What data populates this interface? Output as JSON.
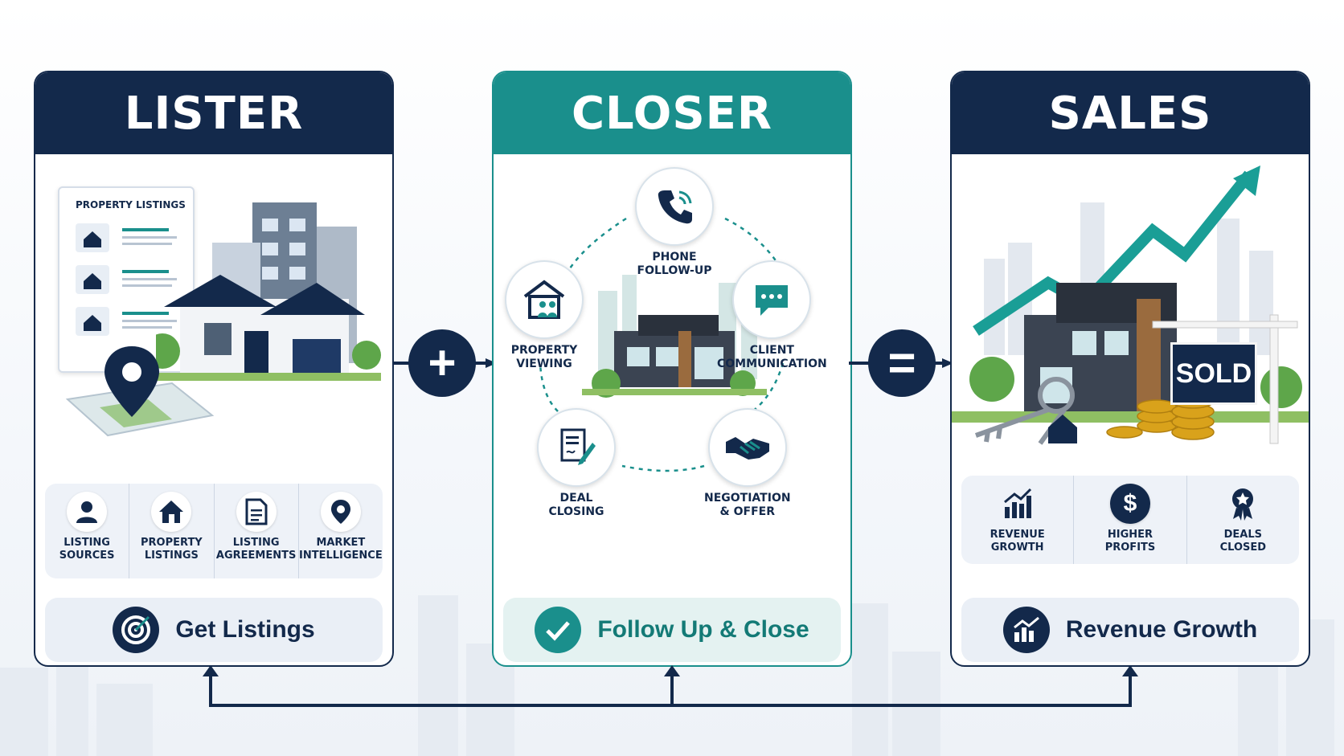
{
  "colors": {
    "navy": "#13294b",
    "teal": "#1a8f8c",
    "sold_bg": "#13294b",
    "gold": "#d9a21b"
  },
  "lister": {
    "title": "LISTER",
    "doc_title": "PROPERTY LISTINGS",
    "features": [
      {
        "label": "LISTING\nSOURCES",
        "icon": "person-icon"
      },
      {
        "label": "PROPERTY\nLISTINGS",
        "icon": "house-icon"
      },
      {
        "label": "LISTING\nAGREEMENTS",
        "icon": "document-icon"
      },
      {
        "label": "MARKET\nINTELLIGENCE",
        "icon": "map-pin-icon"
      }
    ],
    "footer": "Get Listings",
    "footer_icon": "target-icon"
  },
  "operators": {
    "plus": "+",
    "equals": "="
  },
  "closer": {
    "title": "CLOSER",
    "steps": [
      {
        "label": "PHONE\nFOLLOW-UP",
        "icon": "phone-icon"
      },
      {
        "label": "CLIENT\nCOMMUNICATION",
        "icon": "chat-bubble-icon"
      },
      {
        "label": "NEGOTIATION\n& OFFER",
        "icon": "handshake-icon"
      },
      {
        "label": "DEAL\nCLOSING",
        "icon": "contract-sign-icon"
      },
      {
        "label": "PROPERTY\nVIEWING",
        "icon": "house-people-icon"
      }
    ],
    "footer": "Follow Up & Close",
    "footer_icon": "checkmark-icon"
  },
  "sales": {
    "title": "SALES",
    "sold_sign": "SOLD",
    "features": [
      {
        "label": "REVENUE\nGROWTH",
        "icon": "bar-chart-icon"
      },
      {
        "label": "HIGHER\nPROFITS",
        "icon": "dollar-icon"
      },
      {
        "label": "DEALS\nCLOSED",
        "icon": "award-ribbon-icon"
      }
    ],
    "footer": "Revenue Growth",
    "footer_icon": "growth-chart-icon"
  }
}
